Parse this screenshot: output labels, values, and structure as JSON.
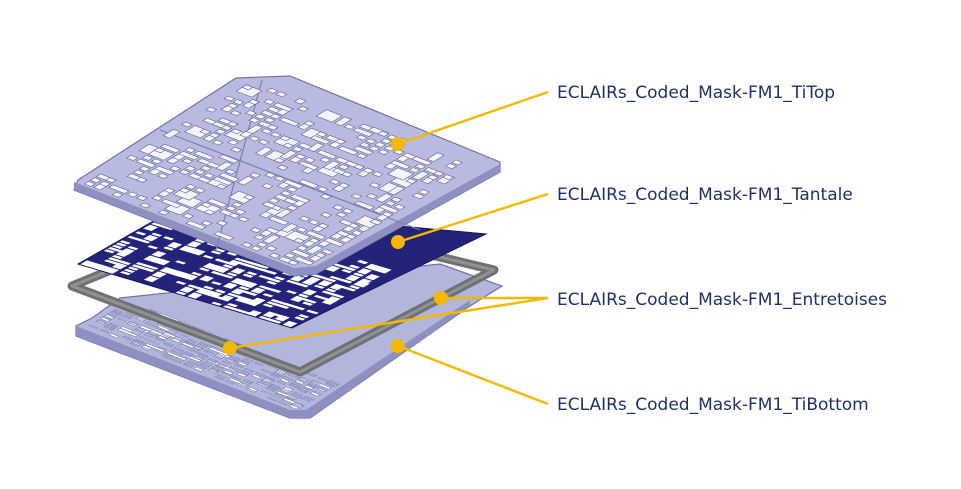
{
  "labels": [
    {
      "id": "titop",
      "text": "ECLAIRs_Coded_Mask-FM1_TiTop"
    },
    {
      "id": "tantale",
      "text": "ECLAIRs_Coded_Mask-FM1_Tantale"
    },
    {
      "id": "entretoises",
      "text": "ECLAIRs_Coded_Mask-FM1_Entretoises"
    },
    {
      "id": "tibottom",
      "text": "ECLAIRs_Coded_Mask-FM1_TiBottom"
    }
  ],
  "colors": {
    "leader": "#f5b800",
    "label_text": "#1f2f6b",
    "titanium": "#a9acd6",
    "titanium_edge": "#6f73a8",
    "tantalum": "#23237a",
    "spacer": "#6f7172"
  }
}
